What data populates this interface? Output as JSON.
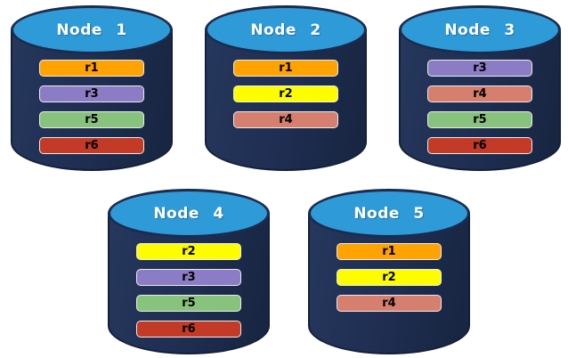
{
  "diagram": {
    "description": "Database nodes with replica placement",
    "background": "#ffffff"
  },
  "colors": {
    "cylinder_body": "#1e2d50",
    "cylinder_outline": "#142039",
    "cylinder_top": "#2e9ad8",
    "node_label_text": "#ffffff",
    "replica_label_text": "#000000",
    "replica_bar_border": "#ececec",
    "replica_r1": "#ffa303",
    "replica_r2": "#fdfd00",
    "replica_r3": "#8c7cc5",
    "replica_r4": "#d67f6e",
    "replica_r5": "#87c37d",
    "replica_r6": "#c33a27"
  },
  "nodes": [
    {
      "label": "Node 1",
      "replicas": [
        {
          "id": "r1",
          "color": "#ffa303"
        },
        {
          "id": "r3",
          "color": "#8c7cc5"
        },
        {
          "id": "r5",
          "color": "#87c37d"
        },
        {
          "id": "r6",
          "color": "#c33a27"
        }
      ]
    },
    {
      "label": "Node 2",
      "replicas": [
        {
          "id": "r1",
          "color": "#ffa303"
        },
        {
          "id": "r2",
          "color": "#fdfd00"
        },
        {
          "id": "r4",
          "color": "#d67f6e"
        }
      ]
    },
    {
      "label": "Node 3",
      "replicas": [
        {
          "id": "r3",
          "color": "#8c7cc5"
        },
        {
          "id": "r4",
          "color": "#d67f6e"
        },
        {
          "id": "r5",
          "color": "#87c37d"
        },
        {
          "id": "r6",
          "color": "#c33a27"
        }
      ]
    },
    {
      "label": "Node 4",
      "replicas": [
        {
          "id": "r2",
          "color": "#fdfd00"
        },
        {
          "id": "r3",
          "color": "#8c7cc5"
        },
        {
          "id": "r5",
          "color": "#87c37d"
        },
        {
          "id": "r6",
          "color": "#c33a27"
        }
      ]
    },
    {
      "label": "Node 5",
      "replicas": [
        {
          "id": "r1",
          "color": "#ffa303"
        },
        {
          "id": "r2",
          "color": "#fdfd00"
        },
        {
          "id": "r4",
          "color": "#d67f6e"
        }
      ]
    }
  ]
}
